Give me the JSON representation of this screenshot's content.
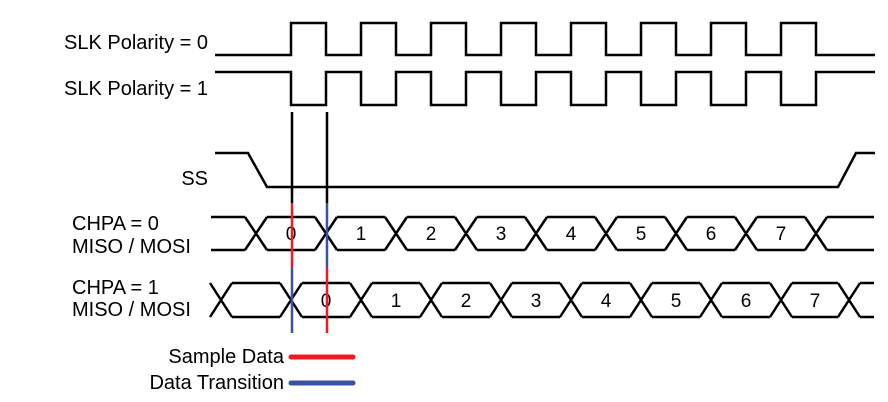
{
  "diagram": {
    "type": "spi-timing-diagram",
    "colors": {
      "waveform": "#000000",
      "background": "#ffffff",
      "sample": "#ed1c24",
      "transition": "#3a4fa6"
    },
    "clocks": [
      {
        "label": "SLK Polarity = 0",
        "polarity": 0,
        "pulses": 8
      },
      {
        "label": "SLK Polarity = 1",
        "polarity": 1,
        "pulses": 8
      }
    ],
    "slave_select": {
      "label": "SS"
    },
    "buses": [
      {
        "label_line1": "CHPA = 0",
        "label_line2": "MISO / MOSI",
        "bits": [
          "0",
          "1",
          "2",
          "3",
          "4",
          "5",
          "6",
          "7"
        ]
      },
      {
        "label_line1": "CHPA = 1",
        "label_line2": "MISO / MOSI",
        "bits": [
          "0",
          "1",
          "2",
          "3",
          "4",
          "5",
          "6",
          "7"
        ]
      }
    ],
    "markers": [
      {
        "edge": 1,
        "color_top": "sample",
        "color_bottom": "transition"
      },
      {
        "edge": 2,
        "color_top": "transition",
        "color_bottom": "sample"
      }
    ],
    "legend": [
      {
        "label": "Sample Data",
        "color_key": "sample"
      },
      {
        "label": "Data Transition",
        "color_key": "transition"
      }
    ]
  }
}
